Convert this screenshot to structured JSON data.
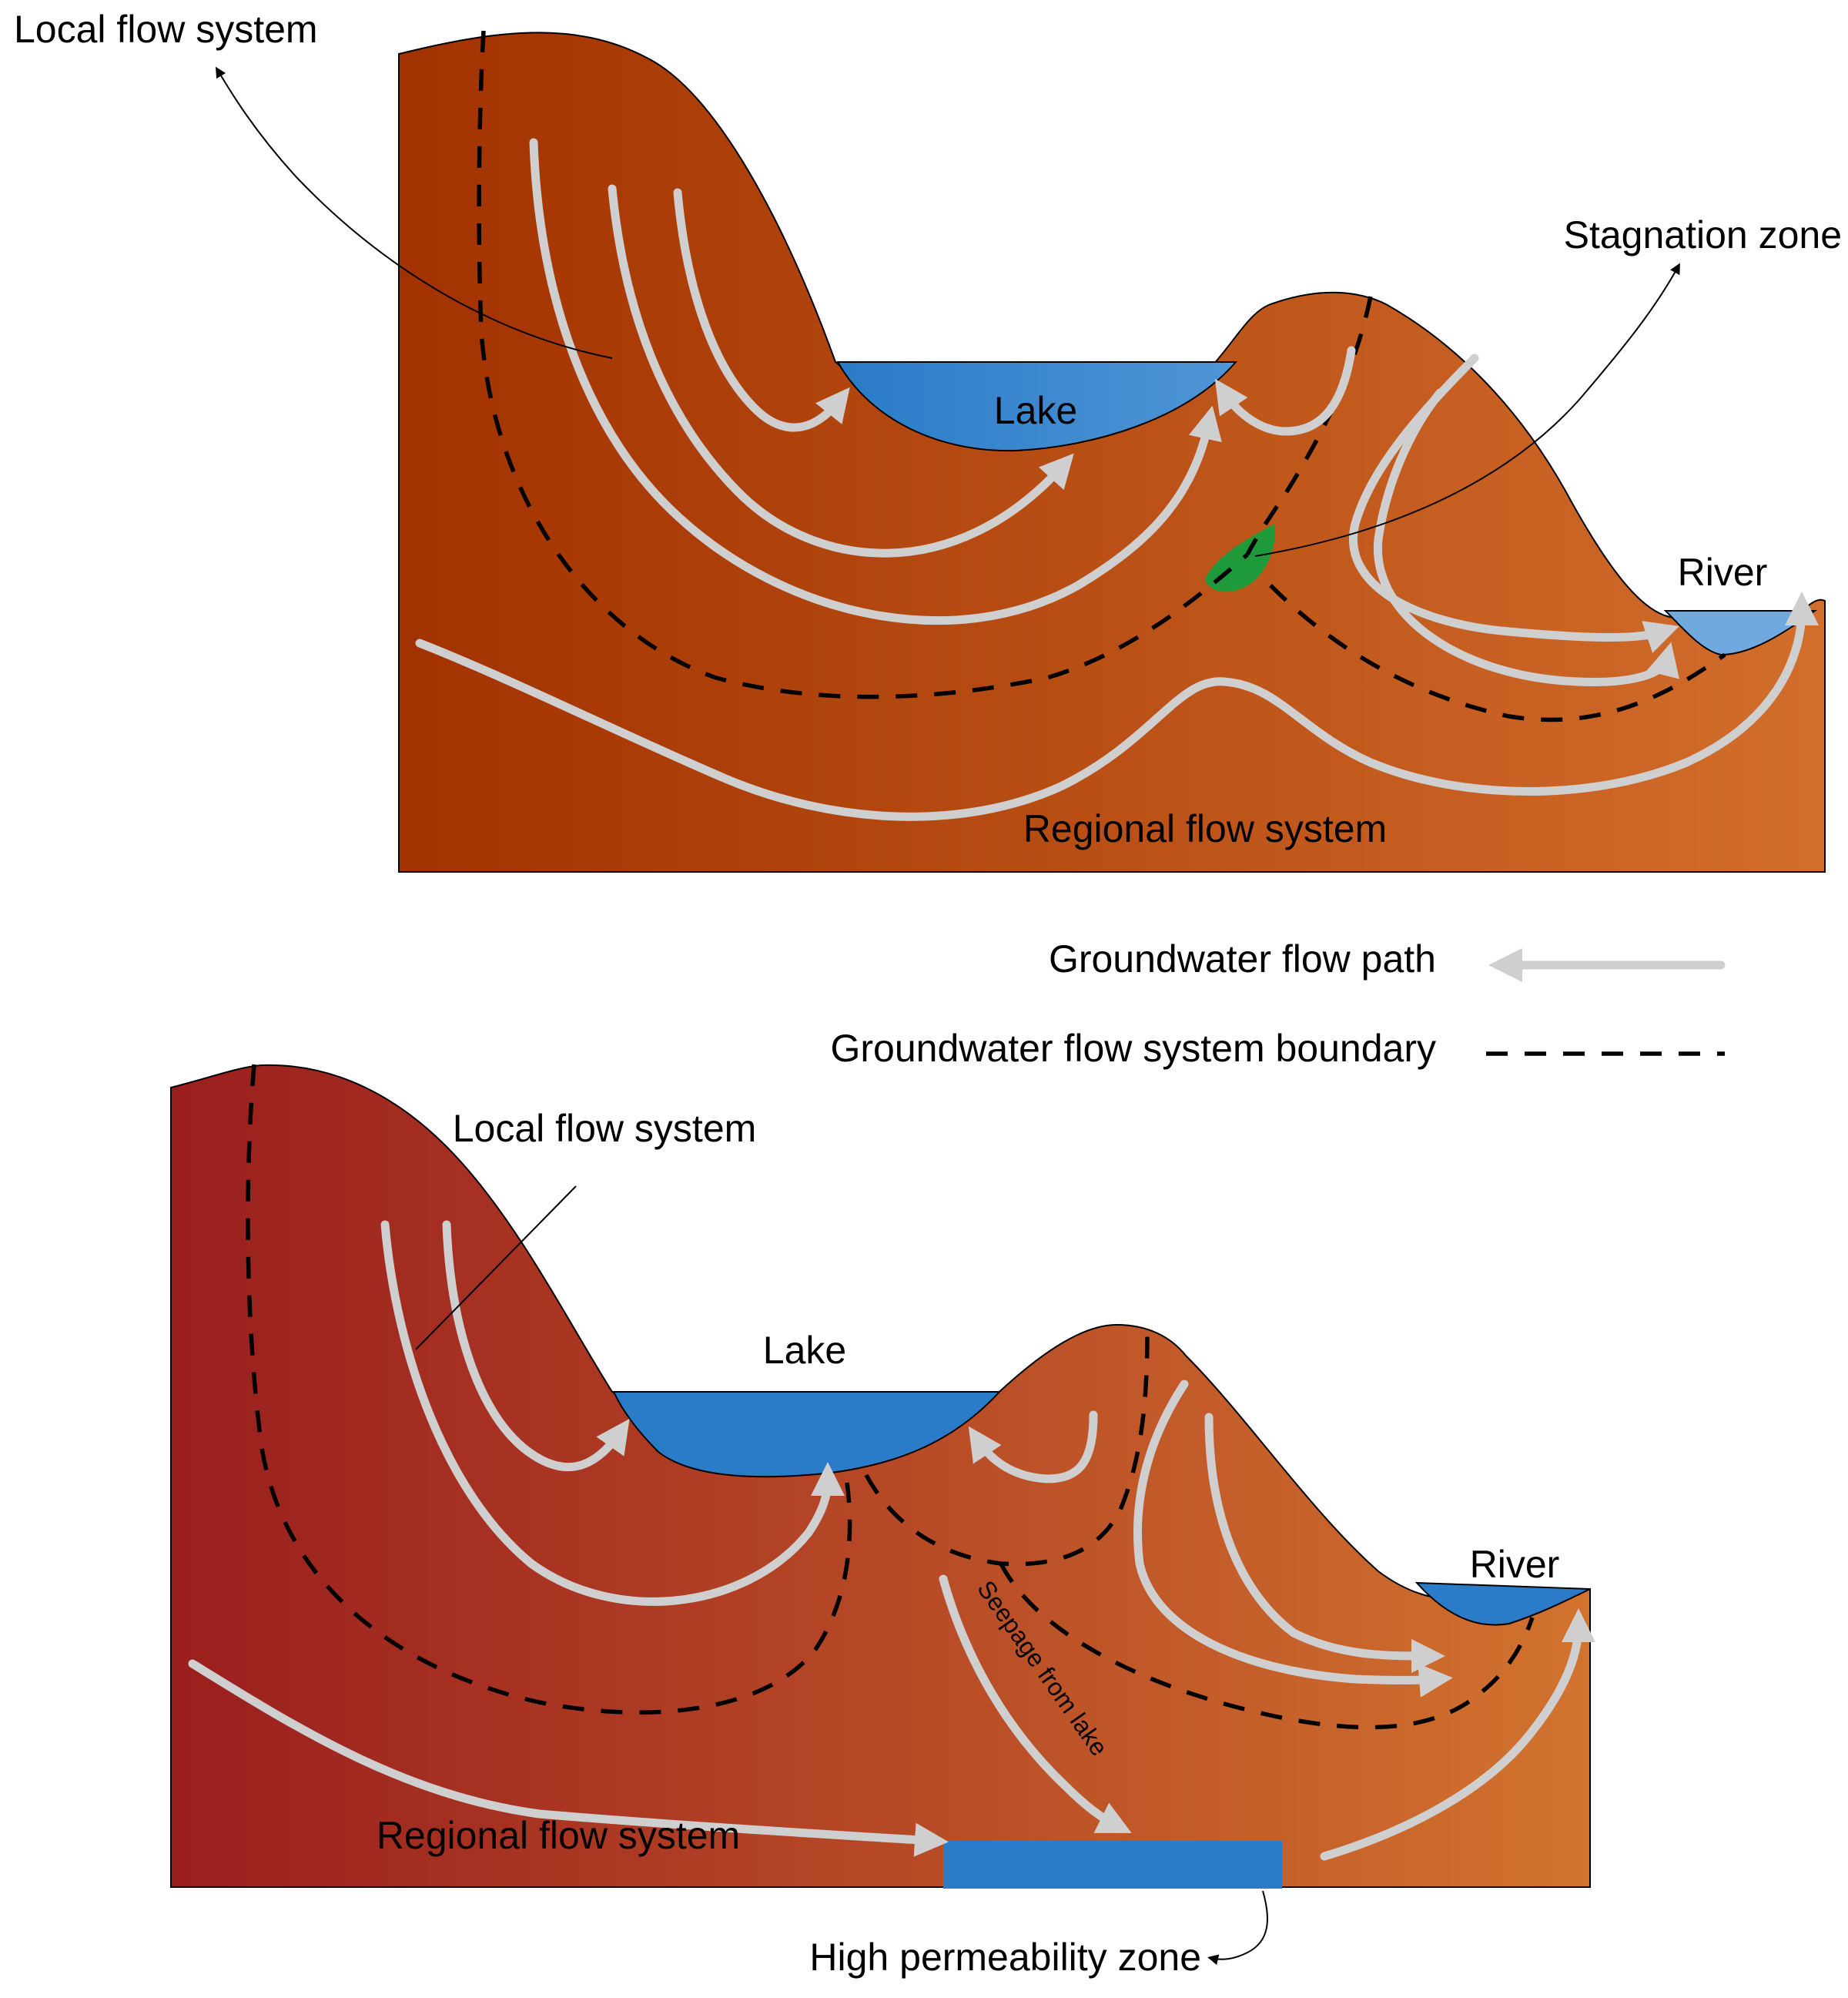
{
  "labels": {
    "top_local_flow": "Local flow system",
    "top_stagnation": "Stagnation zone",
    "top_lake": "Lake",
    "top_river": "River",
    "top_regional": "Regional flow system",
    "bottom_local_flow": "Local flow system",
    "bottom_lake": "Lake",
    "bottom_river": "River",
    "bottom_regional": "Regional flow system",
    "seepage": "Seepage from lake",
    "high_permeability": "High permeability zone"
  },
  "legend": {
    "flow_path": "Groundwater flow path",
    "boundary": "Groundwater flow system boundary"
  },
  "colors": {
    "terrain_top_left": "#a23200",
    "terrain_top_right": "#d26e2c",
    "terrain_bottom_left": "#9a1e1e",
    "terrain_bottom_right": "#d2732e",
    "water_deep": "#2a7bc8",
    "water_light": "#4f95d6",
    "stagnation": "#1f9a3a",
    "flow_path": "#cfcfcf",
    "boundary": "#000000"
  }
}
